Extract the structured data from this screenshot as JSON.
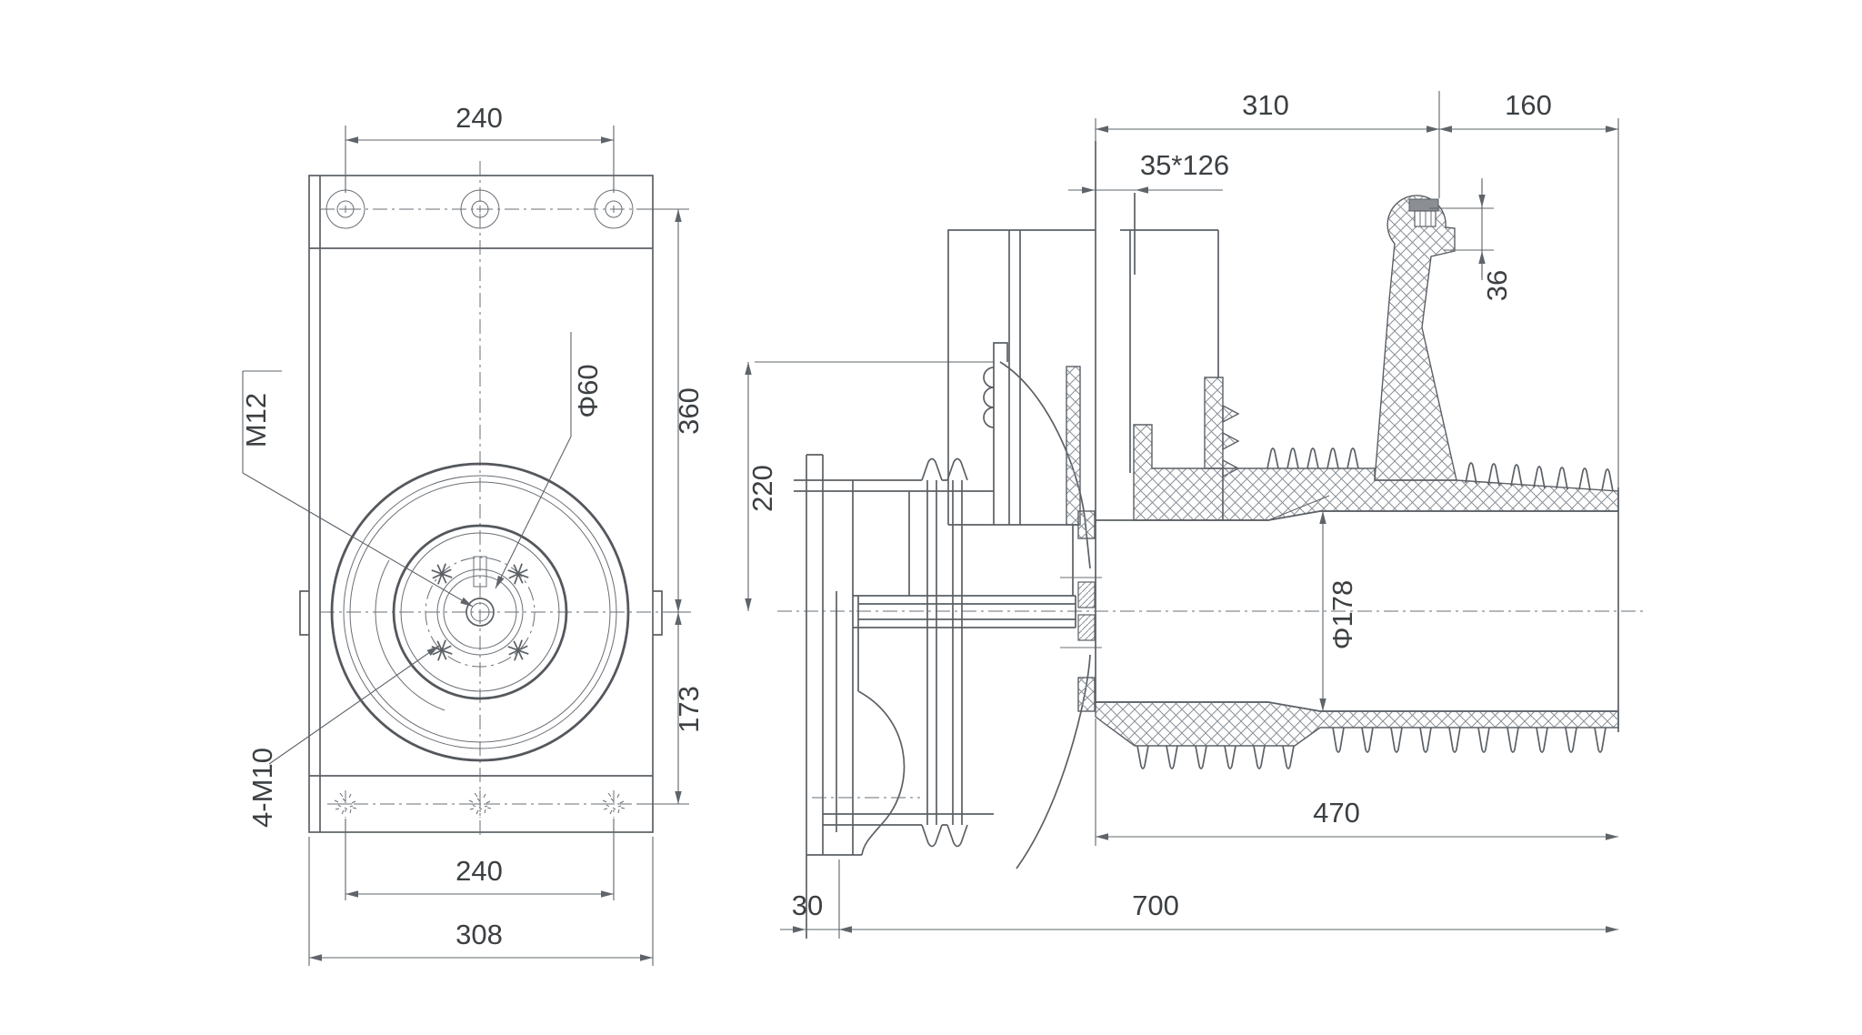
{
  "drawing": {
    "type": "engineering-cad-two-view-section",
    "background": "#ffffff",
    "line_color": "#5b6066",
    "text_color": "#3c4043",
    "front_view": {
      "name": "front view - mounting plate with flange",
      "dims": {
        "bolt_spacing_top": "240",
        "height_upper": "360",
        "height_lower": "173",
        "bolt_spacing_bottom": "240",
        "plate_width": "308"
      },
      "callouts": {
        "center_thread": "M12",
        "hub_diameter": "Φ60",
        "bolt_holes": "4-M10"
      }
    },
    "side_view": {
      "name": "side section view - insulator pole",
      "dims": {
        "pole_length": "310",
        "terminal_offset": "160",
        "rod_section": "35*126",
        "terminal_step": "36",
        "height_above_axis": "220",
        "bore_diameter": "Φ178",
        "insulator_length": "470",
        "total_length": "700",
        "plate_offset": "30"
      }
    }
  }
}
